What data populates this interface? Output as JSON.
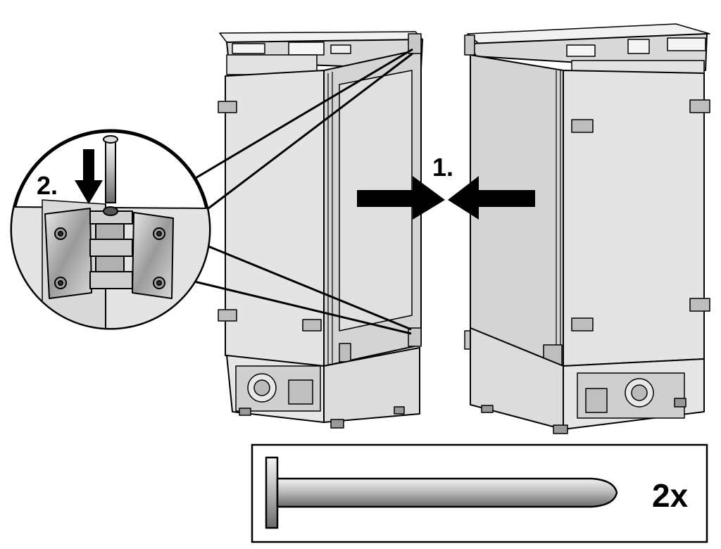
{
  "steps": {
    "step1": "1.",
    "step2": "2."
  },
  "parts_box": {
    "quantity": "2x",
    "part_icon": "hinge-pin-icon"
  },
  "colors": {
    "outline": "#000000",
    "panel": "#e6e6e6",
    "panel_dark": "#cfcfcf",
    "metal": "#b8b8b8"
  }
}
